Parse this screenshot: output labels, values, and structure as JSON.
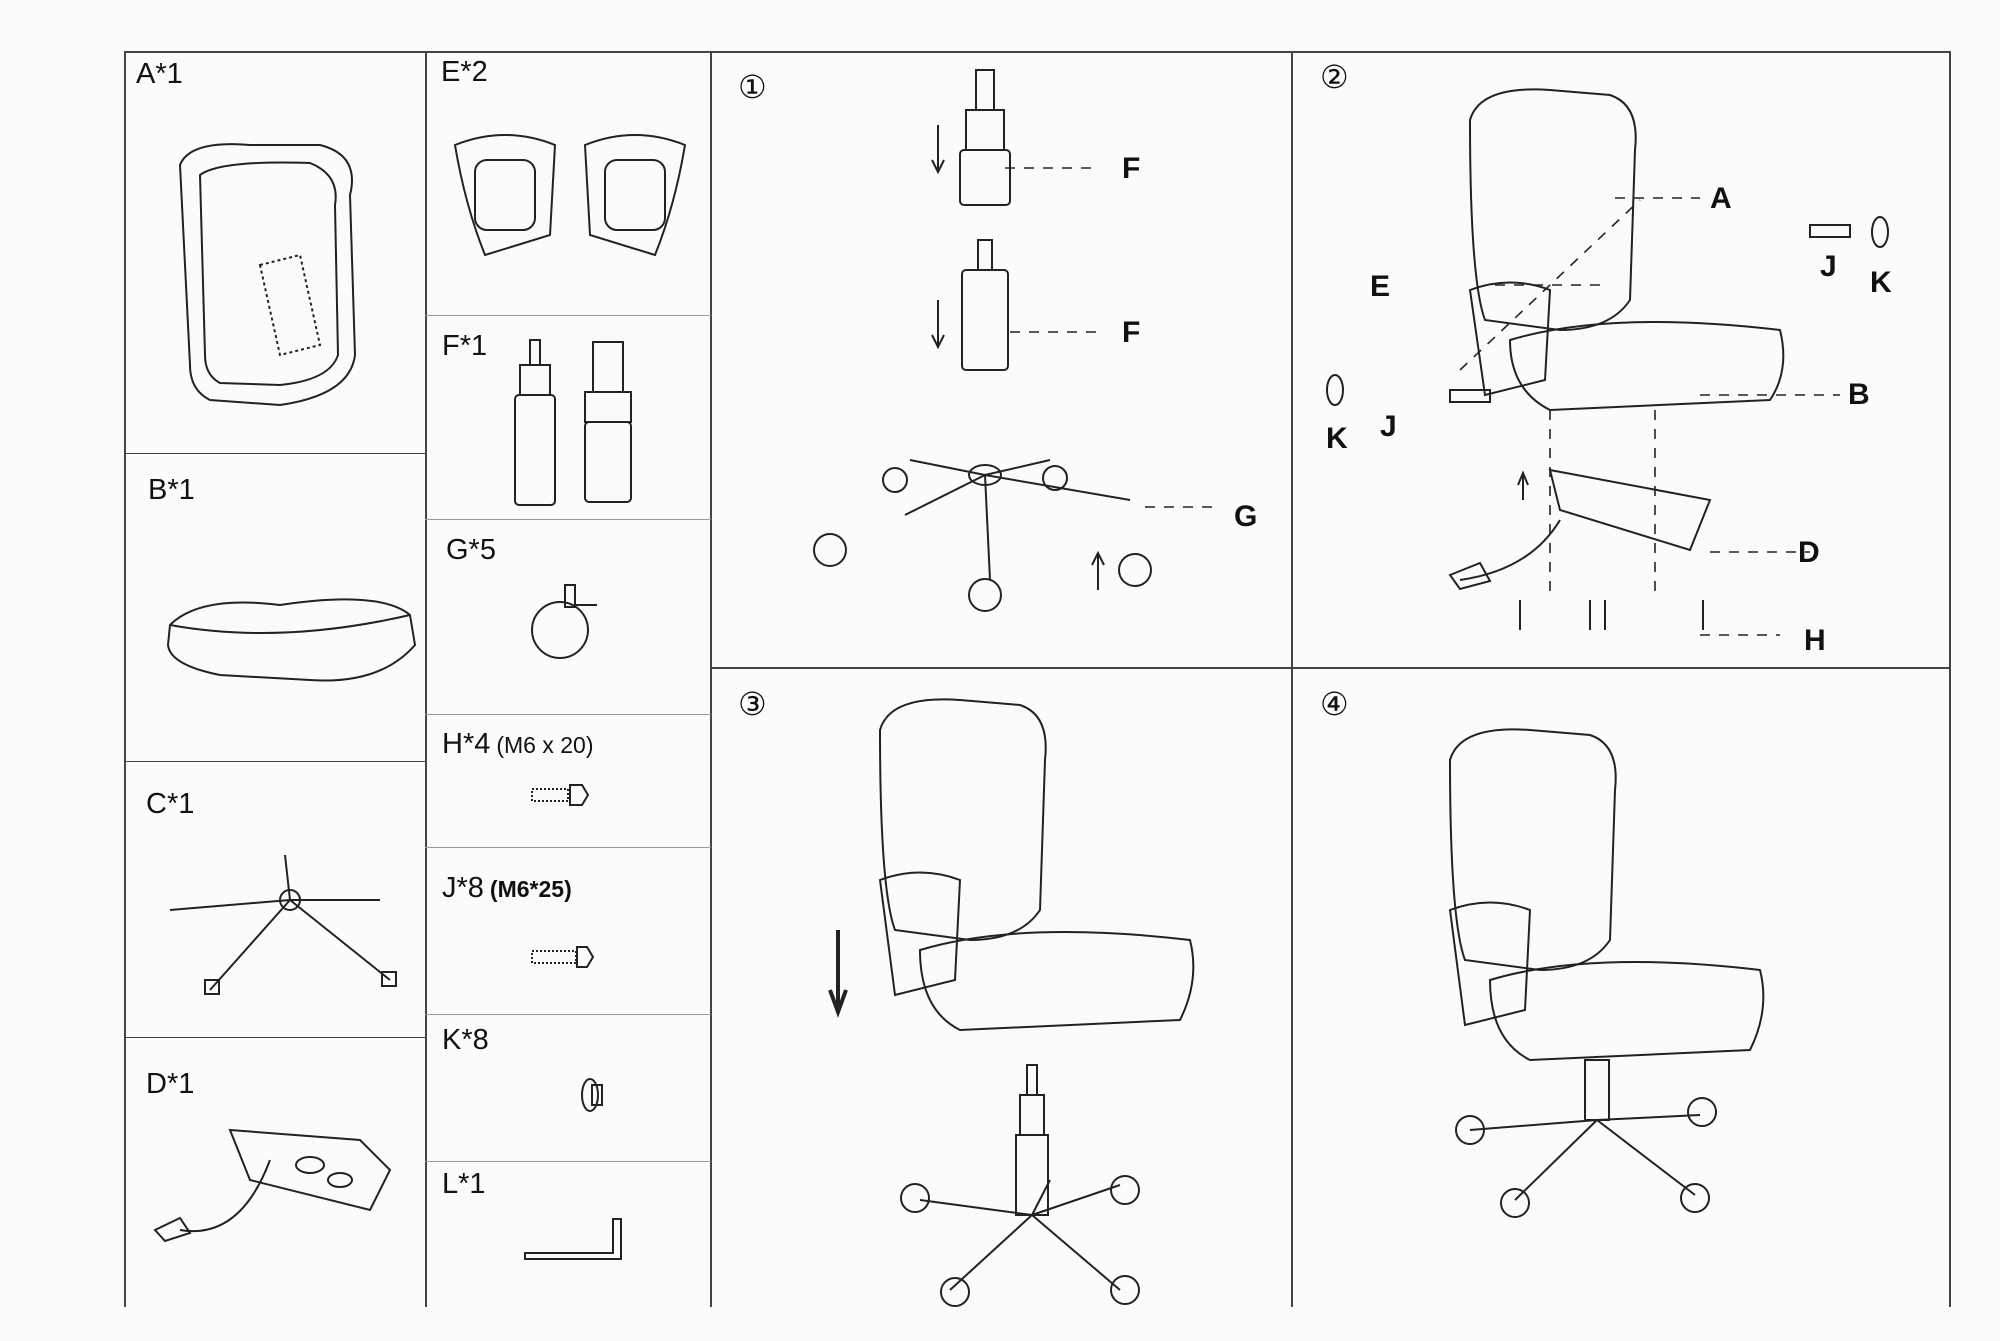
{
  "parts": [
    {
      "label": "A*1"
    },
    {
      "label": "B*1"
    },
    {
      "label": "C*1"
    },
    {
      "label": "D*1"
    },
    {
      "label": "E*2"
    },
    {
      "label": "F*1"
    },
    {
      "label": "G*5"
    },
    {
      "label": "H*4",
      "spec": "(M6 x 20)"
    },
    {
      "label": "J*8",
      "spec": "(M6*25)"
    },
    {
      "label": "K*8"
    },
    {
      "label": "L*1"
    }
  ],
  "steps": [
    {
      "number": "①",
      "callouts": [
        "F",
        "F",
        "G"
      ]
    },
    {
      "number": "②",
      "callouts": [
        "A",
        "J",
        "K",
        "E",
        "K",
        "J",
        "B",
        "D",
        "H"
      ]
    },
    {
      "number": "③"
    },
    {
      "number": "④"
    }
  ]
}
